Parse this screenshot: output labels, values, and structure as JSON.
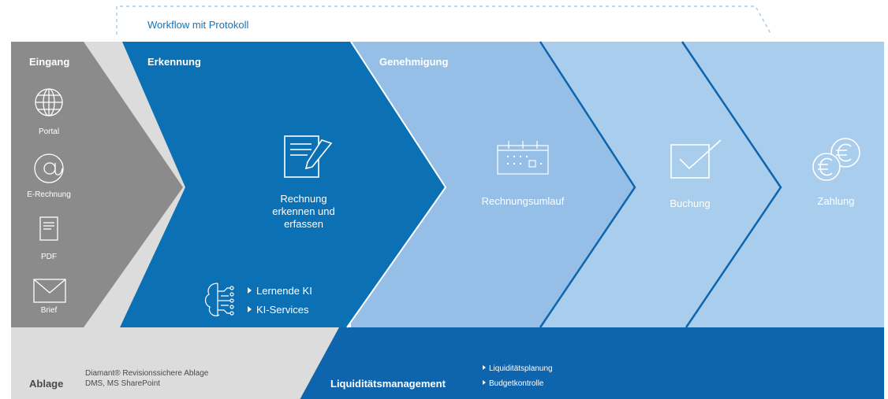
{
  "colors": {
    "gray": "#8b8b8b",
    "light_gray": "#dcdcdc",
    "blue_dark": "#0b70b4",
    "blue_light": "#a9cdec",
    "blue_mid": "#95bfe6",
    "line_blue": "#0e64ad"
  },
  "workflow_label": "Workflow mit Protokoll",
  "eingang": {
    "title": "Eingang",
    "items": [
      {
        "icon": "globe-icon",
        "label": "Portal"
      },
      {
        "icon": "at-sign-icon",
        "label": "E-Rechnung"
      },
      {
        "icon": "document-icon",
        "label": "PDF"
      },
      {
        "icon": "envelope-icon",
        "label": "Brief"
      }
    ]
  },
  "erkennung": {
    "title": "Erkennung",
    "step_label_lines": [
      "Rechnung",
      "erkennen und",
      "erfassen"
    ],
    "ai_items": [
      "Lernende KI",
      "KI-Services"
    ]
  },
  "genehmigung": {
    "title": "Genehmigung"
  },
  "steps": [
    {
      "icon": "calendar-icon",
      "label": "Rechnungsumlauf"
    },
    {
      "icon": "checkbox-icon",
      "label": "Buchung"
    },
    {
      "icon": "euro-coins-icon",
      "label": "Zahlung"
    }
  ],
  "ablage": {
    "title": "Ablage",
    "lines": [
      "Diamant® Revisionssichere Ablage",
      "DMS, MS SharePoint"
    ]
  },
  "liquiditaet": {
    "title": "Liquiditätsmanagement",
    "items": [
      "Liquiditätsplanung",
      "Budgetkontrolle"
    ]
  }
}
